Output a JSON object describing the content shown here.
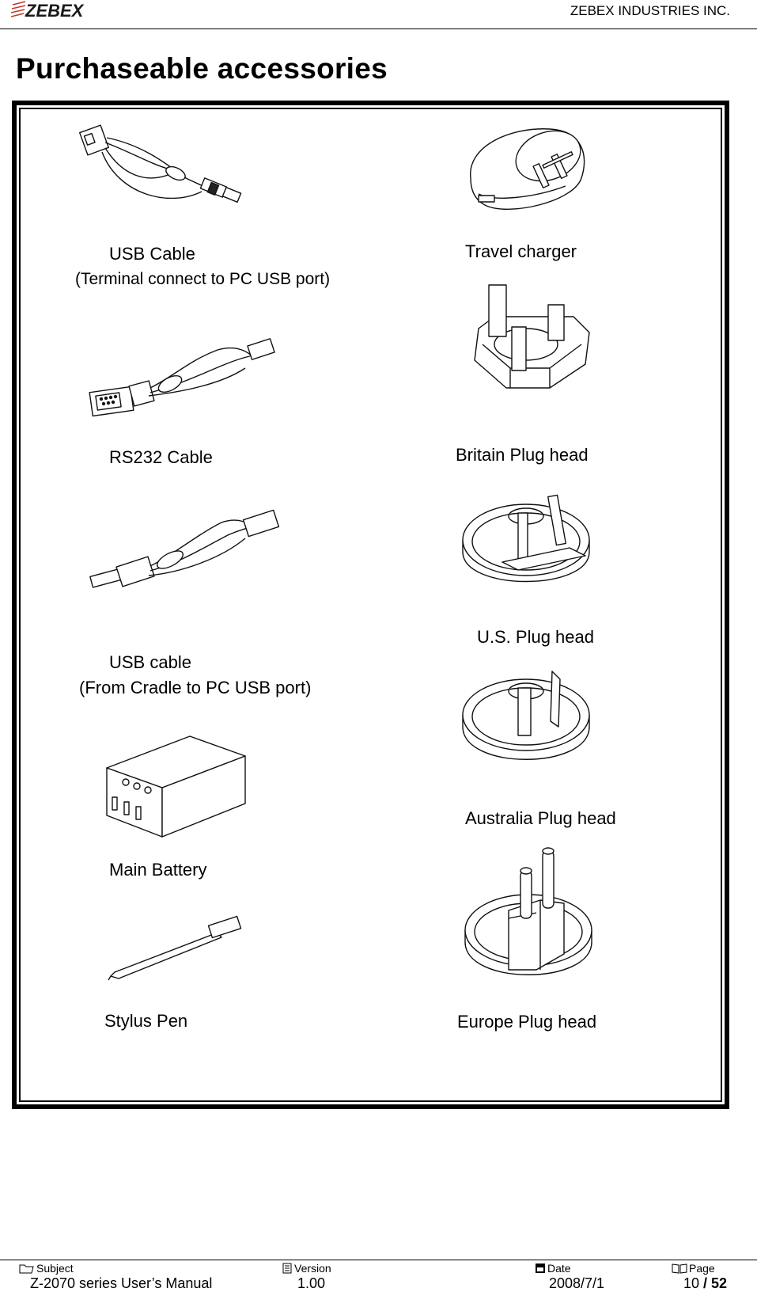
{
  "header": {
    "logo_text": "ZEBEX",
    "company": "ZEBEX INDUSTRIES INC."
  },
  "title": "Purchaseable accessories",
  "accessories": {
    "usb_cable": {
      "name": "USB Cable",
      "note": "(Terminal connect to PC USB port)"
    },
    "travel_charger": {
      "name": "Travel charger"
    },
    "rs232_cable": {
      "name": "RS232 Cable"
    },
    "britain_plug": {
      "name": "Britain Plug head"
    },
    "usb_cradle_cable": {
      "name": "USB cable",
      "note": "(From Cradle to PC USB port)"
    },
    "us_plug": {
      "name": "U.S. Plug head"
    },
    "australia_plug": {
      "name": "Australia Plug head"
    },
    "main_battery": {
      "name": "Main Battery"
    },
    "stylus_pen": {
      "name": "Stylus Pen"
    },
    "europe_plug": {
      "name": "Europe Plug head"
    }
  },
  "footer": {
    "subject_label": "Subject",
    "subject_value": "Z-2070 series User’s Manual",
    "version_label": "Version",
    "version_value": "1.00",
    "date_label": "Date",
    "date_value": "2008/7/1",
    "page_label": "Page",
    "page_current": "10",
    "page_sep": " / ",
    "page_total": "52"
  }
}
